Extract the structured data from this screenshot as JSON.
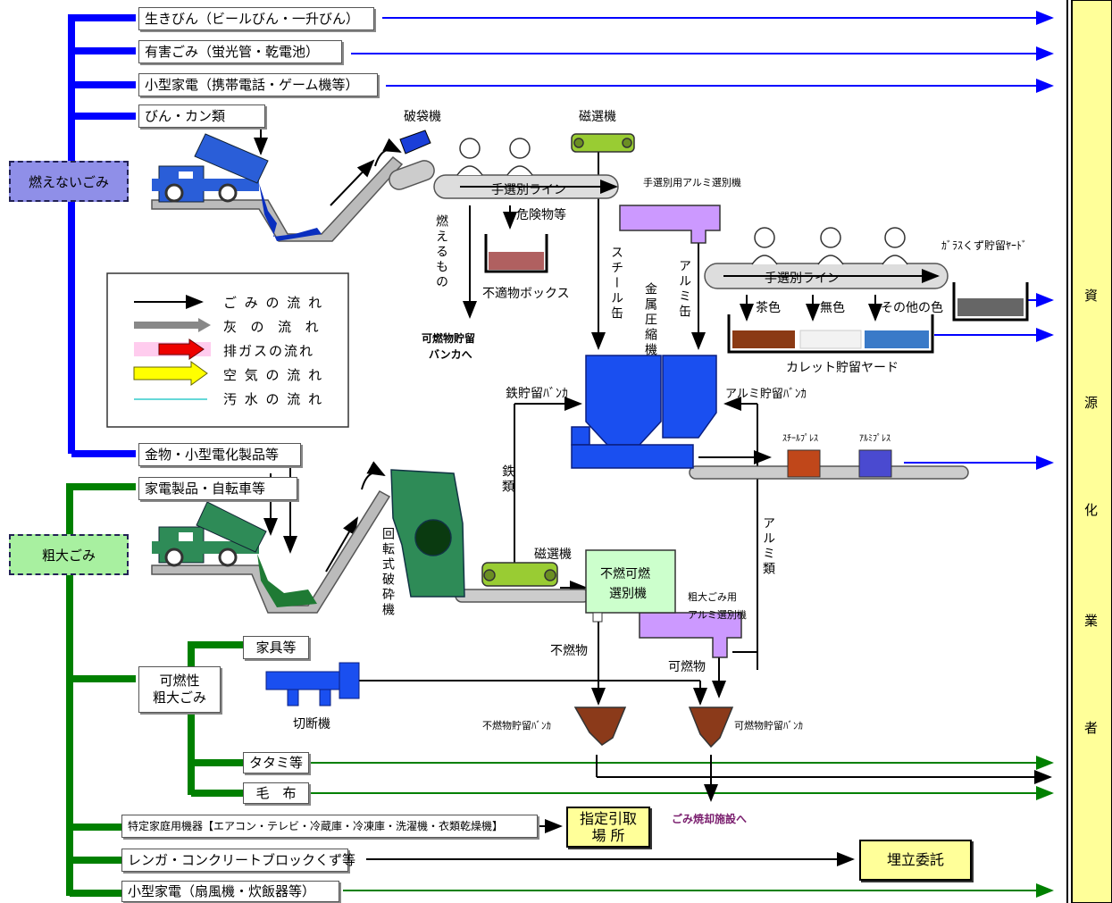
{
  "categories": {
    "non_burnable": "燃えないごみ",
    "bulky": "粗大ごみ"
  },
  "items": {
    "live_bottles": "生きびん（ビールびん・一升びん）",
    "hazardous": "有害ごみ（蛍光管・乾電池）",
    "small_appliance_phone": "小型家電（携帯電話・ゲーム機等）",
    "bottles_cans": "びん・カン類",
    "metal_small_electric": "金物・小型電化製品等",
    "appliances_bikes": "家電製品・自転車等",
    "combustible_bulky_1": "可燃性",
    "combustible_bulky_2": "粗大ごみ",
    "furniture": "家具等",
    "tatami": "タタミ等",
    "blanket": "毛　布",
    "specified_appliances": "特定家庭用機器【エアコン・テレビ・冷蔵庫・冷凍庫・洗濯機・衣類乾燥機】",
    "bricks": "レンガ・コンクリートブロックくず等",
    "small_appliance_fan": "小型家電（扇風機・炊飯器等）"
  },
  "equipment": {
    "bag_breaker": "破袋機",
    "magnetic_separator_top": "磁選機",
    "hand_sort_line_1": "手選別ライン",
    "hand_sort_aluminum": "手選別用アルミ選別機",
    "hazardous_items": "危険物等",
    "unsuitable_box": "不適物ボックス",
    "burnables": "燃えるもの",
    "steel_cans": "スチール缶",
    "metal_compressor": "金属圧縮機",
    "aluminum_cans": "アルミ缶",
    "hand_sort_line_2": "手選別ライン",
    "glass_yard": "ｶﾞﾗｽくず貯留ﾔｰﾄﾞ",
    "brown": "茶色",
    "colorless": "無色",
    "other_color": "その他の色",
    "cullet_yard": "カレット貯留ヤード",
    "burnable_bunker_1": "可燃物貯留",
    "burnable_bunker_2": "バンカへ",
    "iron_bunker": "鉄貯留ﾊﾞﾝｶ",
    "aluminum_bunker": "アルミ貯留ﾊﾞﾝｶ",
    "steel_press": "ｽﾁｰﾙﾌﾟﾚｽ",
    "aluminum_press": "ｱﾙﾐﾌﾟﾚｽ",
    "iron_type": "鉄類",
    "rotary_crusher": "回転式破砕機",
    "magnetic_separator_bottom": "磁選機",
    "sorter_1": "不燃可燃",
    "sorter_2": "選別機",
    "aluminum_type": "アルミ類",
    "bulky_aluminum_1": "粗大ごみ用",
    "bulky_aluminum_2": "アルミ選別機",
    "incombustibles": "不燃物",
    "combustibles": "可燃物",
    "incombustible_bunker": "不燃物貯留ﾊﾞﾝｶ",
    "combustible_bunker": "可燃物貯留ﾊﾞﾝｶ",
    "cutter": "切断機",
    "designated_pickup_1": "指定引取",
    "designated_pickup_2": "場 所",
    "incineration": "ごみ焼却施設へ",
    "landfill": "埋立委託"
  },
  "legend": [
    {
      "text": "ご み の 流 れ",
      "color": "#000000"
    },
    {
      "text": "灰  の  流  れ",
      "color": "#777777"
    },
    {
      "text": "排ガスの流れ",
      "color": "#e00000"
    },
    {
      "text": "空 気 の 流 れ",
      "color": "#ffff00"
    },
    {
      "text": "汚 水 の 流 れ",
      "color": "#33cccc"
    }
  ],
  "recyclers": [
    "資",
    "源",
    "化",
    "業",
    "者"
  ],
  "colors": {
    "blue_line": "#0000ff",
    "green_line": "#008000",
    "non_burnable_fill": "#8f8fe8",
    "bulky_fill": "#a8f0a0",
    "recycler_fill": "#ffff99",
    "machine_blue": "#1a4ff0",
    "machine_green": "#2e8b57",
    "purple_machine": "#cc99ff"
  }
}
